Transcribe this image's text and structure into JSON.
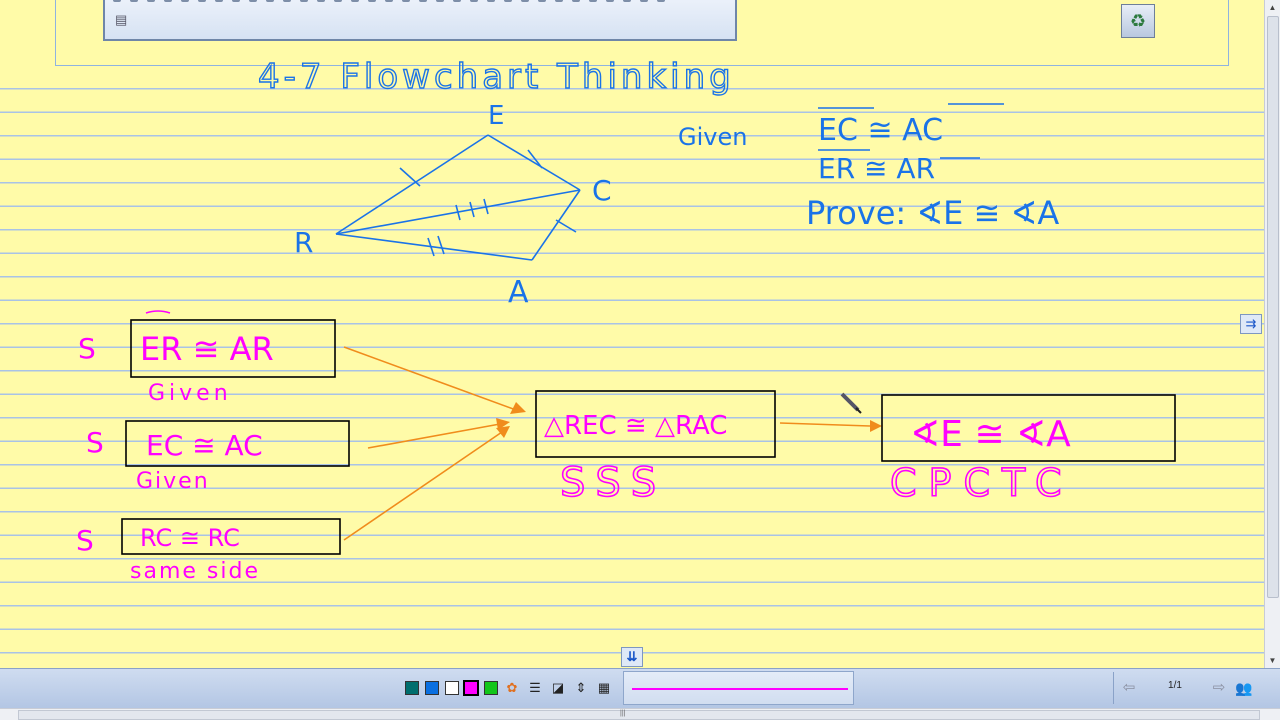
{
  "notebook": {
    "title": "4-7 Flowchart Thinking",
    "given_label": "Given",
    "given_1": "EC ≅ AC",
    "given_2": "ER ≅ AR",
    "prove_line": "Prove: ∢E ≅ ∢A",
    "vertices": {
      "E": "E",
      "C": "C",
      "R": "R",
      "A": "A"
    },
    "flowchart": {
      "boxes": [
        {
          "id": "box-er-ar",
          "letter": "S",
          "statement": "ER ≅ AR",
          "reason": "Given"
        },
        {
          "id": "box-ec-ac",
          "letter": "S",
          "statement": "EC ≅ AC",
          "reason": "Given"
        },
        {
          "id": "box-rc-rc",
          "letter": "S",
          "statement": "RC ≅ RC",
          "reason": "same side"
        },
        {
          "id": "box-triangles",
          "letter": "",
          "statement": "△REC ≅ △RAC",
          "reason": "SSS"
        },
        {
          "id": "box-angles",
          "letter": "",
          "statement": "∢E ≅ ∢A",
          "reason": "CPCTC"
        }
      ]
    }
  },
  "ink_colors": {
    "pen": "#ff00ff",
    "figure": "#1a73e8",
    "arrow": "#f08c1c",
    "box": "#000000"
  },
  "palette": [
    "#006e6e",
    "#0a6fe0",
    "#ffffff",
    "#ff00ff",
    "#12c61a"
  ],
  "selected_color": "#ff00ff",
  "icons": {
    "recycle": "recycle-icon",
    "side_toggle": "double-arrow-right-icon",
    "page_split": "double-arrow-down-icon",
    "prev": "arrow-left-icon",
    "next": "arrow-right-icon",
    "users": "users-icon",
    "doc": "document-icon"
  },
  "pager": {
    "indicator": "1/1"
  }
}
